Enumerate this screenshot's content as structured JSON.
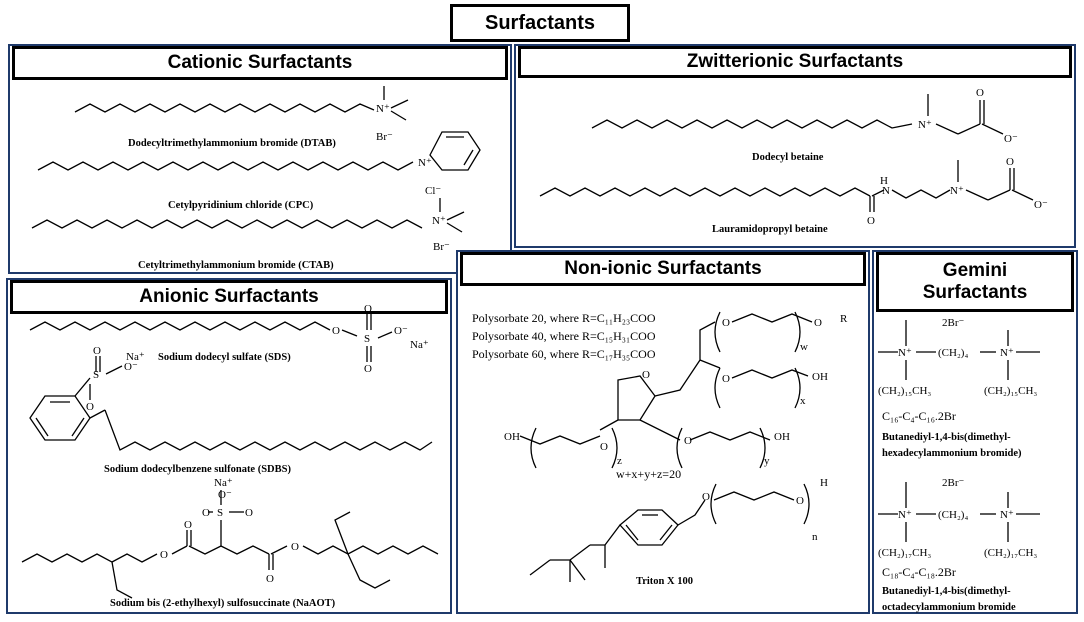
{
  "title": "Surfactants",
  "panels": {
    "cationic": {
      "header": "Cationic Surfactants",
      "compounds": [
        "Dodecyltrimethylammonium bromide (DTAB)",
        "Cetylpyridinium chloride (CPC)",
        "Cetyltrimethylammonium bromide (CTAB)"
      ],
      "ions": {
        "n_plus": "N⁺",
        "br1": "Br⁻",
        "cl": "Cl⁻",
        "br2": "Br⁻"
      }
    },
    "zwitterionic": {
      "header": "Zwitterionic Surfactants",
      "compounds": [
        "Dodecyl betaine",
        "Lauramidopropyl betaine"
      ],
      "atoms": {
        "n_plus": "N⁺",
        "o": "O",
        "o_minus": "O⁻",
        "nh": "H",
        "n": "N"
      }
    },
    "anionic": {
      "header": "Anionic Surfactants",
      "compounds": [
        "Sodium dodecyl sulfate (SDS)",
        "Sodium dodecylbenzene sulfonate (SDBS)",
        "Sodium bis (2-ethylhexyl) sulfosuccinate (NaAOT)"
      ],
      "atoms": {
        "na_plus": "Na⁺",
        "o": "O",
        "o_minus": "O⁻",
        "s": "S"
      }
    },
    "nonionic": {
      "header": "Non-ionic Surfactants",
      "polysorbates": [
        "Polysorbate 20, where R=C₁₁H₂₃COO",
        "Polysorbate 40, where R=C₁₅H₃₁COO",
        "Polysorbate 60, where R=C₁₇H₃₅COO"
      ],
      "sum": "w+x+y+z=20",
      "triton": "Triton X 100",
      "atoms": {
        "o": "O",
        "oh": "OH",
        "r": "R",
        "h": "H",
        "w": "w",
        "x": "x",
        "y": "y",
        "z": "z",
        "n": "n"
      }
    },
    "gemini": {
      "header_line1": "Gemini",
      "header_line2": "Surfactants",
      "compounds": [
        {
          "counterion": "2Br⁻",
          "spacer": "(CH₂)₄",
          "tail": "(CH₂)₁₅CH₃",
          "code": "C₁₆-C₄-C₁₆.2Br",
          "name_line1": "Butanediyl-1,4-bis(dimethyl-",
          "name_line2": "hexadecylammonium bromide)"
        },
        {
          "counterion": "2Br⁻",
          "spacer": "(CH₂)₄",
          "tail": "(CH₂)₁₇CH₃",
          "code": "C₁₈-C₄-C₁₈.2Br",
          "name_line1": "Butanediyl-1,4-bis(dimethyl-",
          "name_line2": "octadecylammonium bromide"
        }
      ],
      "n_plus": "N⁺"
    }
  }
}
